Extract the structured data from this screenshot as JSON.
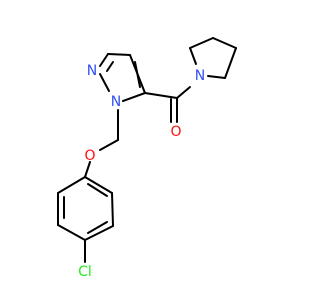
{
  "molecule": {
    "atom_labels": {
      "n1": "N",
      "n2": "N",
      "n_pyrrolidine": "N",
      "o_carbonyl": "O",
      "o_ether": "O",
      "cl": "Cl"
    },
    "colors": {
      "nitrogen": "#3050F8",
      "oxygen": "#FF0D0D",
      "chlorine": "#1FF01F",
      "bond": "#000000",
      "background": "#FFFFFF"
    }
  }
}
